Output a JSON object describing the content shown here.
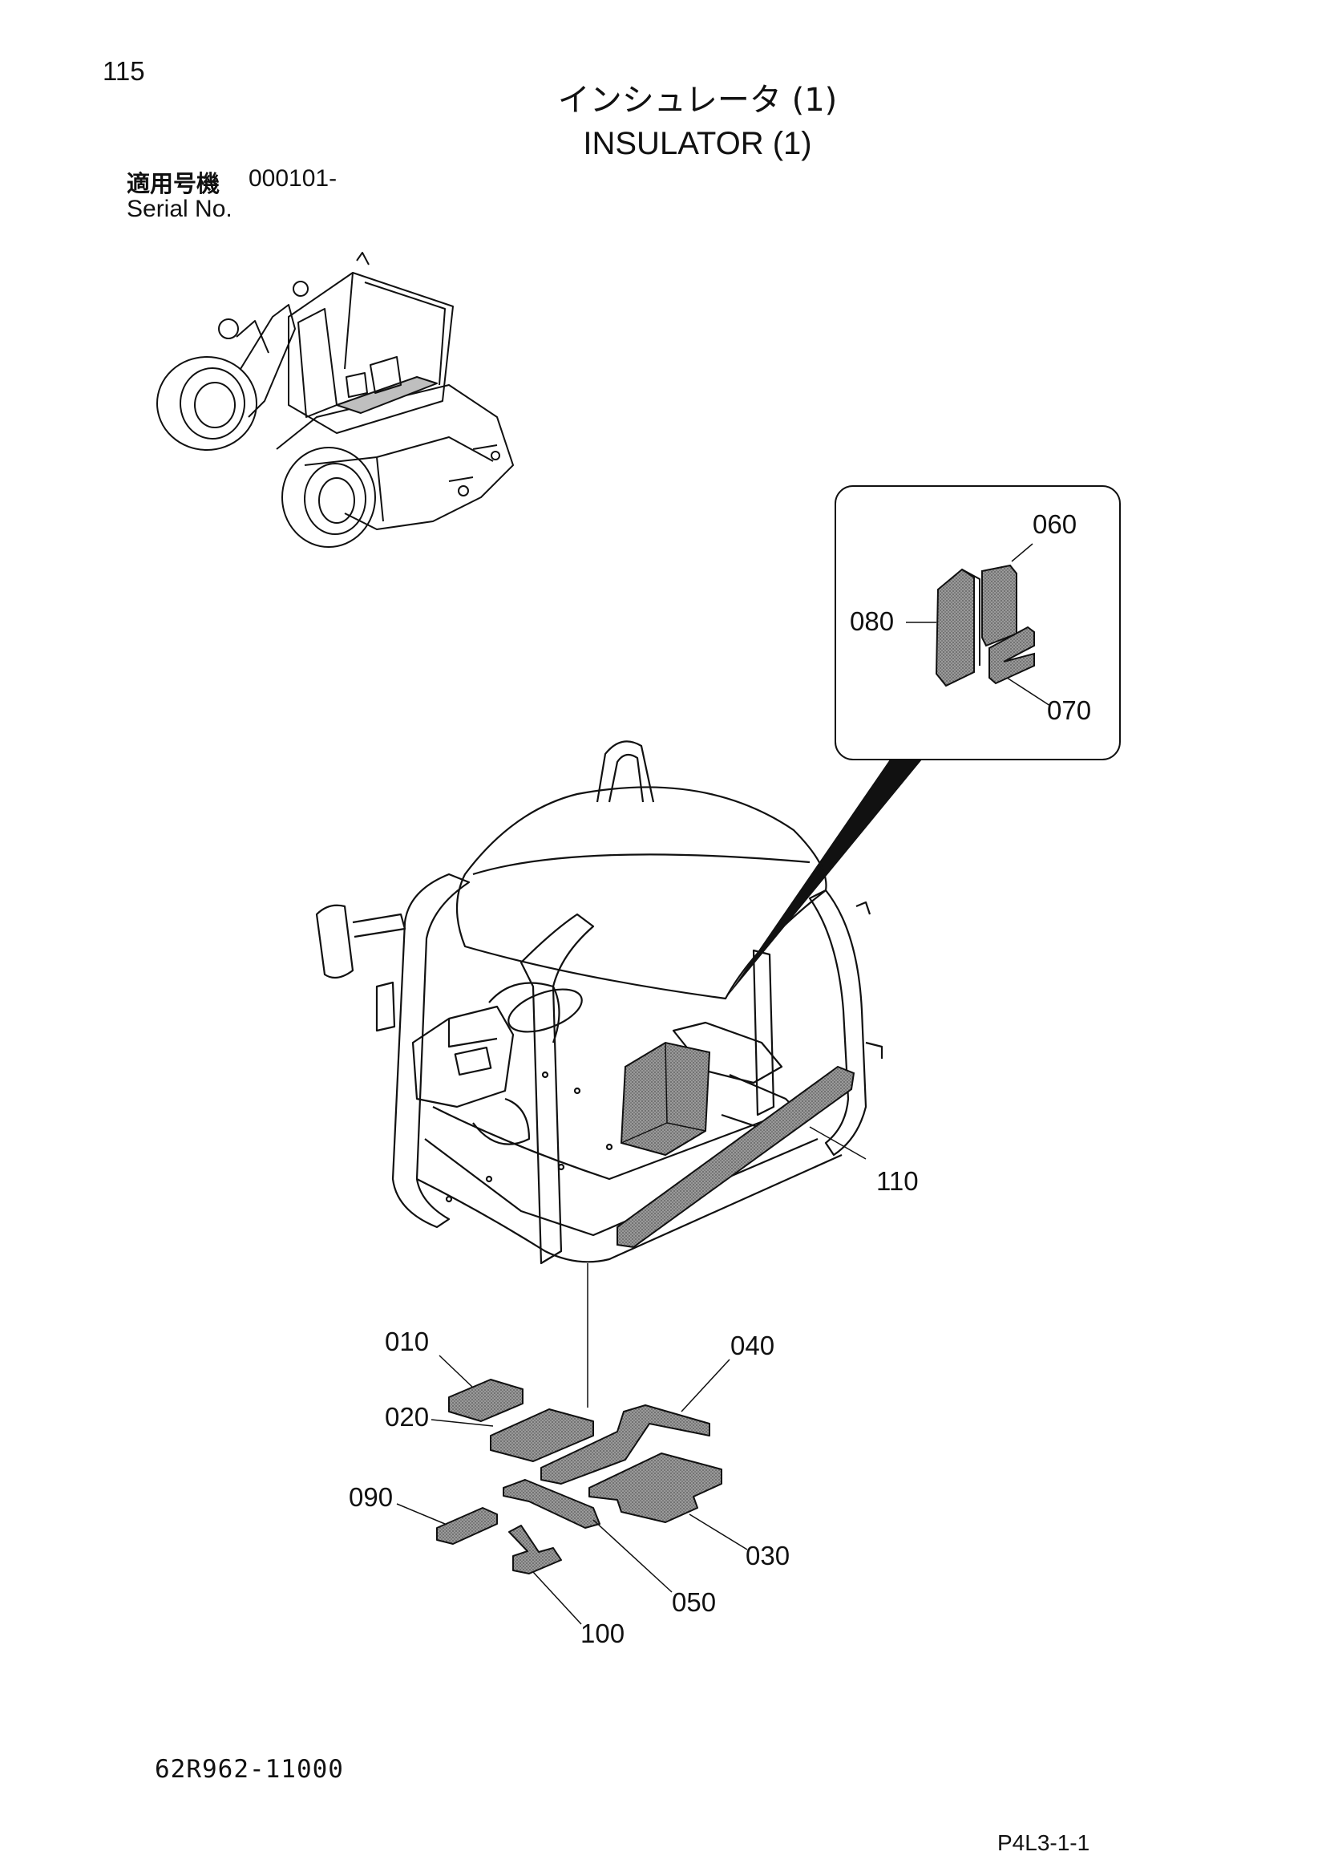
{
  "page_number": "115",
  "title_jp": "インシュレータ (1)",
  "title_en": "INSULATOR (1)",
  "serial": {
    "label_jp": "適用号機",
    "value": "000101-",
    "label_en": "Serial No."
  },
  "callouts": {
    "c010": "010",
    "c020": "020",
    "c030": "030",
    "c040": "040",
    "c050": "050",
    "c060": "060",
    "c070": "070",
    "c080": "080",
    "c090": "090",
    "c100": "100",
    "c110": "110"
  },
  "drawing_number": "62R962-11000",
  "page_code": "P4L3-1-1",
  "colors": {
    "line": "#111111",
    "pad_fill": "#8a8a8a",
    "pad_dark": "#555555",
    "paper": "#ffffff"
  }
}
